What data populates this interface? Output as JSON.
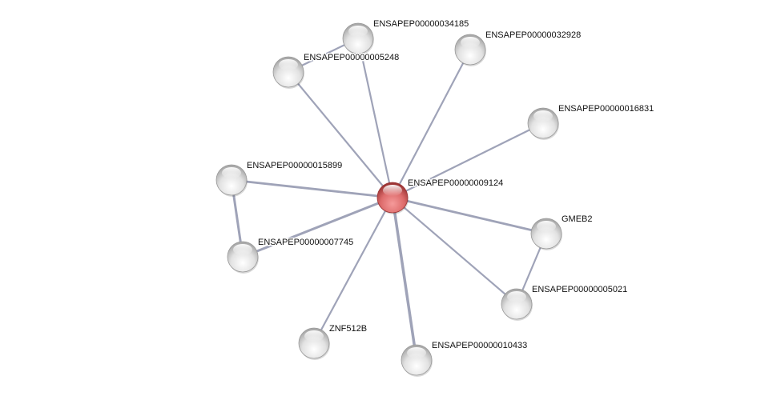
{
  "network": {
    "nodes": [
      {
        "id": "ENSAPEP00000009124",
        "query": true
      },
      {
        "id": "ENSAPEP00000034185",
        "query": false
      },
      {
        "id": "ENSAPEP00000005248",
        "query": false
      },
      {
        "id": "ENSAPEP00000032928",
        "query": false
      },
      {
        "id": "ENSAPEP00000016831",
        "query": false
      },
      {
        "id": "ENSAPEP00000015899",
        "query": false
      },
      {
        "id": "ENSAPEP00000007745",
        "query": false
      },
      {
        "id": "GMEB2",
        "query": false
      },
      {
        "id": "ENSAPEP00000005021",
        "query": false
      },
      {
        "id": "ZNF512B",
        "query": false
      },
      {
        "id": "ENSAPEP00000010433",
        "query": false
      }
    ],
    "edges": [
      [
        0,
        1
      ],
      [
        0,
        2
      ],
      [
        0,
        3
      ],
      [
        0,
        4
      ],
      [
        0,
        5
      ],
      [
        0,
        6
      ],
      [
        0,
        7
      ],
      [
        0,
        8
      ],
      [
        0,
        9
      ],
      [
        0,
        10
      ],
      [
        1,
        2
      ],
      [
        5,
        6
      ],
      [
        7,
        8
      ]
    ],
    "colors": {
      "query_node": "#e06666",
      "node": "#e0e0e0",
      "edge": "#9fa3b8"
    }
  }
}
